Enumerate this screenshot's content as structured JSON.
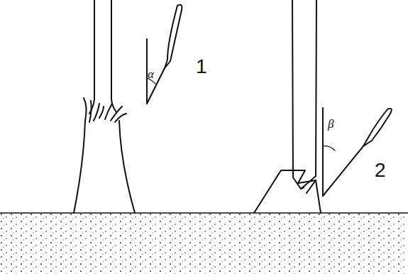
{
  "diagram": {
    "labels": [
      "α",
      "1",
      "β",
      "2"
    ]
  }
}
